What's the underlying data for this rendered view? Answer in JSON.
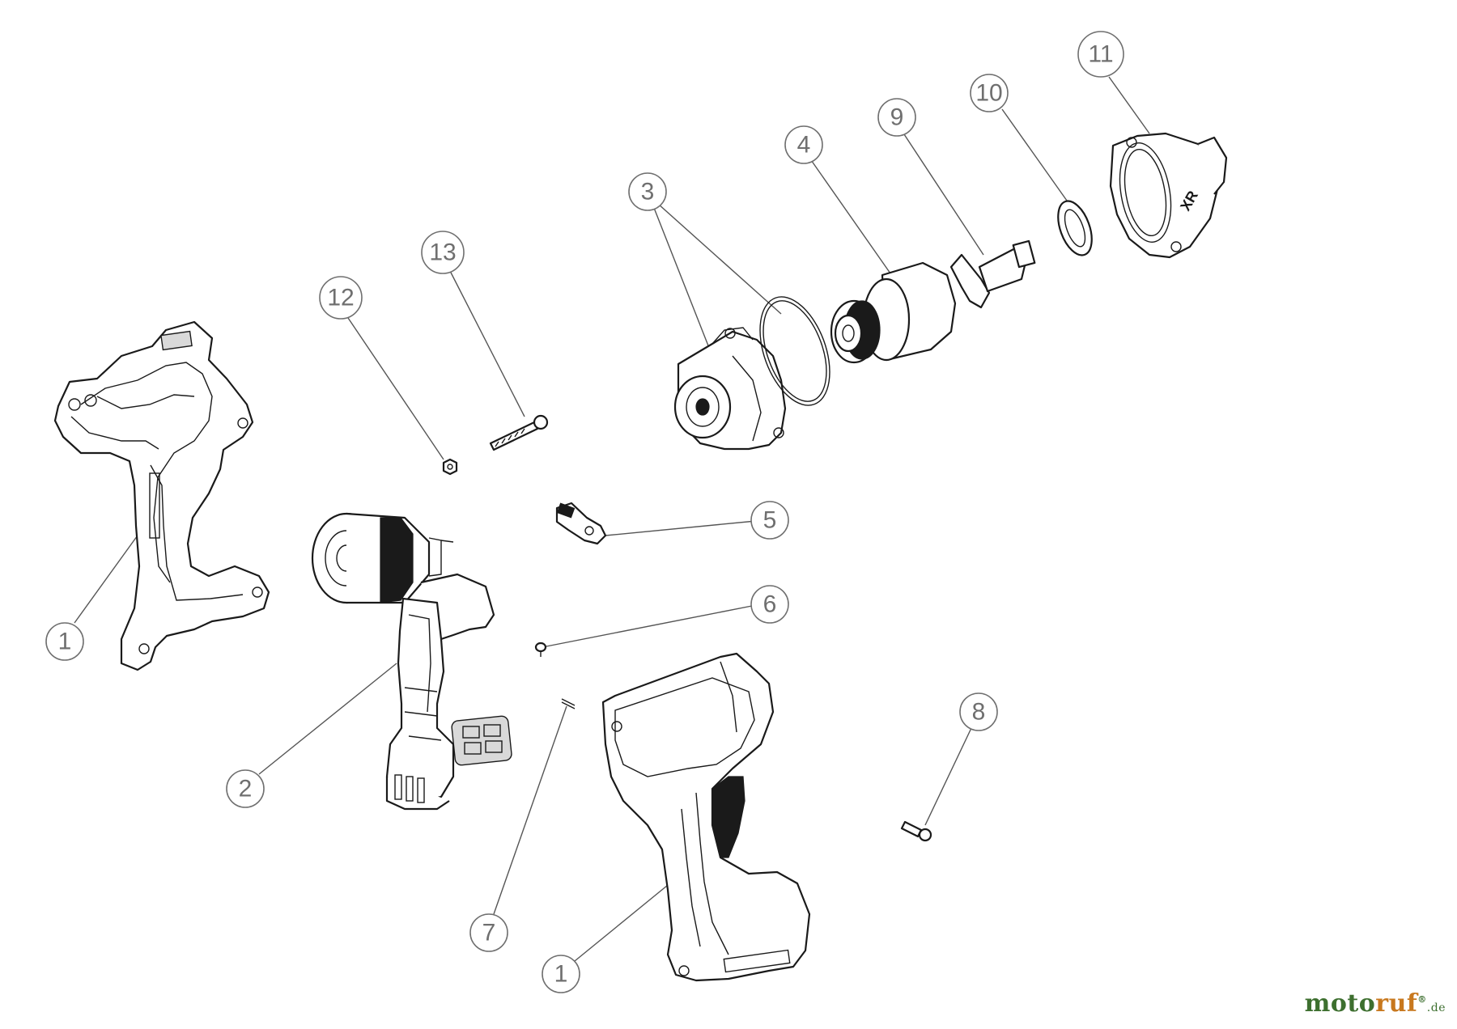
{
  "diagram": {
    "type": "exploded-parts-view",
    "callouts": [
      {
        "id": "c1a",
        "label": "1",
        "part": "housing-left"
      },
      {
        "id": "c1b",
        "label": "1",
        "part": "housing-right"
      },
      {
        "id": "c2",
        "label": "2",
        "part": "motor-switch-assembly"
      },
      {
        "id": "c3",
        "label": "3",
        "part": "gear-housing"
      },
      {
        "id": "c4",
        "label": "4",
        "part": "hammer-mechanism"
      },
      {
        "id": "c5",
        "label": "5",
        "part": "direction-switch"
      },
      {
        "id": "c6",
        "label": "6",
        "part": "small-screw"
      },
      {
        "id": "c7",
        "label": "7",
        "part": "pin"
      },
      {
        "id": "c8",
        "label": "8",
        "part": "screw"
      },
      {
        "id": "c9",
        "label": "9",
        "part": "anvil"
      },
      {
        "id": "c10",
        "label": "10",
        "part": "washer"
      },
      {
        "id": "c11",
        "label": "11",
        "part": "nose-cap"
      },
      {
        "id": "c12",
        "label": "12",
        "part": "nut"
      },
      {
        "id": "c13",
        "label": "13",
        "part": "bolt"
      }
    ],
    "nose_cap_marking": "XR"
  },
  "watermark": {
    "part1": "moto",
    "part2": "ruf",
    "superscript": "®",
    "tld": ".de"
  }
}
